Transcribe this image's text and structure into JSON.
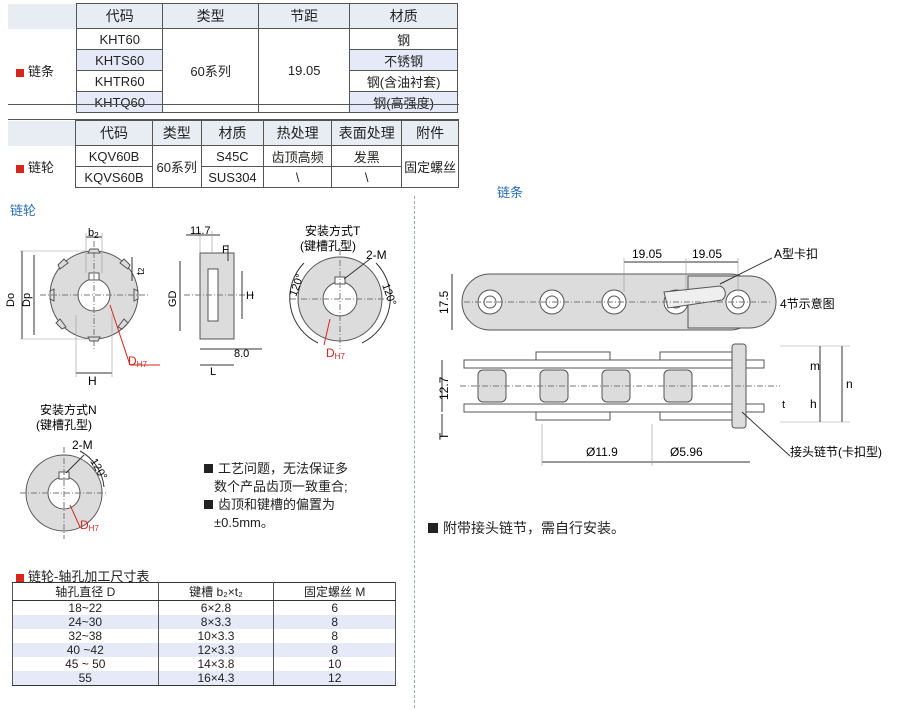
{
  "chain_table": {
    "side_label": "链条",
    "headers": [
      "代码",
      "类型",
      "节距",
      "材质"
    ],
    "rows": [
      {
        "code": "KHT60",
        "material": "钢"
      },
      {
        "code": "KHTS60",
        "material": "不锈钢"
      },
      {
        "code": "KHTR60",
        "material": "钢(含油衬套)"
      },
      {
        "code": "KHTQ60",
        "material": "钢(高强度)"
      }
    ],
    "type": "60系列",
    "pitch": "19.05"
  },
  "sprocket_table": {
    "side_label": "链轮",
    "headers": [
      "代码",
      "类型",
      "材质",
      "热处理",
      "表面处理",
      "附件"
    ],
    "rows": [
      {
        "code": "KQV60B",
        "material": "S45C",
        "heat": "齿顶高频",
        "surface": "发黑"
      },
      {
        "code": "KQVS60B",
        "material": "SUS304",
        "heat": "\\",
        "surface": "\\"
      }
    ],
    "type": "60系列",
    "accessory": "固定螺丝"
  },
  "captions": {
    "sprocket": "链轮",
    "chain": "链条"
  },
  "sprocket_drawing": {
    "b2": "b",
    "b2_sub": "2",
    "t2": "t",
    "t2_sub": "2",
    "do": "Do",
    "dp": "Dp",
    "h": "H",
    "dh": "D",
    "dh_sub": "H7",
    "side_11_7": "11.7",
    "side_f": "F",
    "side_gd": "GD",
    "side_h": "H",
    "side_8_0": "8.0",
    "side_l": "L",
    "mount_t_title1": "安装方式T",
    "mount_t_title2": "(键槽孔型)",
    "mount_2m": "2-M",
    "mount_120a": "120°",
    "mount_120b": "120°",
    "mount_n_title1": "安装方式N",
    "mount_n_title2": "(键槽孔型)",
    "mount_n_2m": "2-M",
    "mount_n_120": "120°"
  },
  "notes": [
    "工艺问题，无法保证多",
    "数个产品齿顶一致重合;",
    "齿顶和键槽的偏置为",
    "±0.5mm。"
  ],
  "shaft_table": {
    "title": "链轮-轴孔加工尺寸表",
    "headers": [
      "轴孔直径 D",
      "键槽 b₂×t₂",
      "固定螺丝 M"
    ],
    "rows": [
      [
        "18~22",
        "6×2.8",
        "6"
      ],
      [
        "24~30",
        "8×3.3",
        "8"
      ],
      [
        "32~38",
        "10×3.3",
        "8"
      ],
      [
        "40 ~42",
        "12×3.3",
        "8"
      ],
      [
        "45 ~ 50",
        "14×3.8",
        "10"
      ],
      [
        "55",
        "16×4.3",
        "12"
      ]
    ]
  },
  "chain_drawing": {
    "pitch_a": "19.05",
    "pitch_b": "19.05",
    "clip_label": "A型卡扣",
    "h17_5": "17.5",
    "four_links": "4节示意图",
    "h12_7": "12.7",
    "t": "T",
    "m": "m",
    "n": "n",
    "h": "h",
    "t_small": "t",
    "d11_9": "Ø11.9",
    "d5_96": "Ø5.96",
    "joint_label": "接头链节(卡扣型)"
  },
  "chain_note": "附带接头链节，需自行安装。",
  "colors": {
    "accent_red": "#d7261e",
    "header_fill": "#e8ecf3",
    "row_shade": "#e6eaf8",
    "caption_blue": "#2a6db5",
    "part_fill": "#dcdcdc"
  }
}
